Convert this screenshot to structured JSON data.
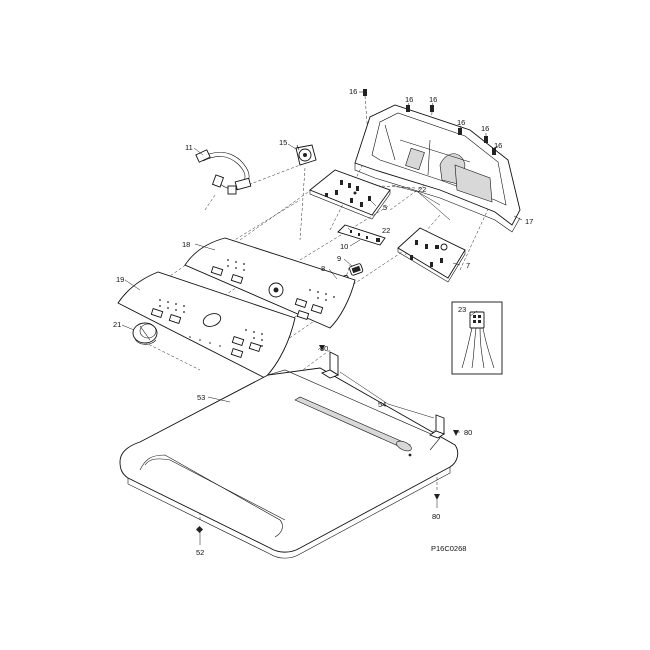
{
  "drawing_id": "P16C0268",
  "callouts": [
    {
      "key": "c16a",
      "text": "16"
    },
    {
      "key": "c16b",
      "text": "16"
    },
    {
      "key": "c16c",
      "text": "16"
    },
    {
      "key": "c16d",
      "text": "16"
    },
    {
      "key": "c16e",
      "text": "16"
    },
    {
      "key": "c16f",
      "text": "16"
    },
    {
      "key": "c11",
      "text": "11"
    },
    {
      "key": "c15",
      "text": "15"
    },
    {
      "key": "c22a",
      "text": "22"
    },
    {
      "key": "c22b",
      "text": "22"
    },
    {
      "key": "c5",
      "text": "5"
    },
    {
      "key": "c17",
      "text": "17"
    },
    {
      "key": "c10",
      "text": "10"
    },
    {
      "key": "c18",
      "text": "18"
    },
    {
      "key": "c9",
      "text": "9"
    },
    {
      "key": "c7",
      "text": "7"
    },
    {
      "key": "c8",
      "text": "8"
    },
    {
      "key": "c19",
      "text": "19"
    },
    {
      "key": "c23",
      "text": "23"
    },
    {
      "key": "c21",
      "text": "21"
    },
    {
      "key": "c80a",
      "text": "80"
    },
    {
      "key": "c53",
      "text": "53"
    },
    {
      "key": "c54",
      "text": "54"
    },
    {
      "key": "c80b",
      "text": "80"
    },
    {
      "key": "c80c",
      "text": "80"
    },
    {
      "key": "c52",
      "text": "52"
    }
  ]
}
